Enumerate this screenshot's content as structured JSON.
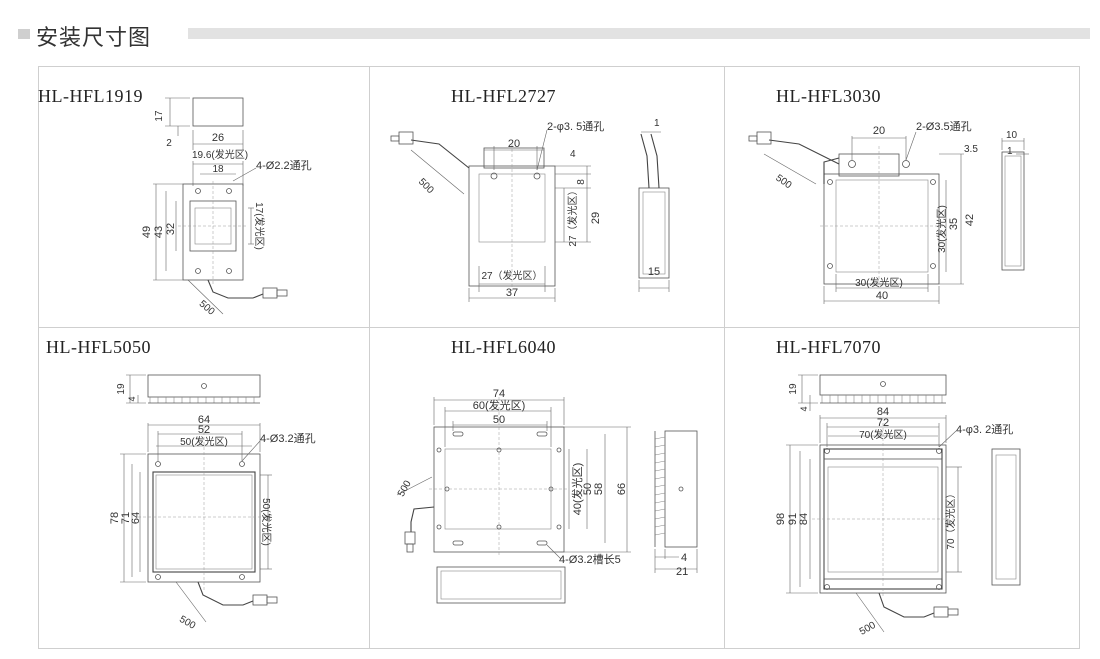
{
  "header": {
    "title": "安装尺寸图"
  },
  "panels": [
    {
      "model": "HL-HFL1919",
      "dims": {
        "h17": "17",
        "h2": "2",
        "w26": "26",
        "w196": "19.6(发光区)",
        "w18": "18",
        "holes": "4-Ø2.2通孔",
        "h49": "49",
        "h43": "43",
        "h32": "32",
        "h17e": "17(发光区)",
        "cable": "500"
      }
    },
    {
      "model": "HL-HFL2727",
      "dims": {
        "holes": "2-φ3. 5通孔",
        "t1": "1",
        "w20": "20",
        "h4": "4",
        "h8": "8",
        "h29": "29",
        "h27e": "27（发光区）",
        "w27e": "27（发光区）",
        "w37": "37",
        "d15": "15",
        "cable": "500"
      }
    },
    {
      "model": "HL-HFL3030",
      "dims": {
        "w20": "20",
        "holes": "2-Ø3.5通孔",
        "d10": "10",
        "t1": "1",
        "h35a": "3.5",
        "h30e": "30(发光区)",
        "h35": "35",
        "h42": "42",
        "w30e": "30(发光区)",
        "w40": "40",
        "cable": "500"
      }
    },
    {
      "model": "HL-HFL5050",
      "dims": {
        "h19": "19",
        "h4": "4",
        "w64": "64",
        "w52": "52",
        "w50e": "50(发光区)",
        "holes": "4-Ø3.2通孔",
        "h78": "78",
        "h71": "71",
        "h64": "64",
        "h50e": "50(发光区)",
        "cable": "500"
      }
    },
    {
      "model": "HL-HFL6040",
      "dims": {
        "w74": "74",
        "w60e": "60(发光区)",
        "w50": "50",
        "h40e": "40(发光区)",
        "h58": "58",
        "h50": "50",
        "h66": "66",
        "slots": "4-Ø3.2槽长5",
        "d4": "4",
        "d21": "21",
        "cable": "500"
      }
    },
    {
      "model": "HL-HFL7070",
      "dims": {
        "h19": "19",
        "h4": "4",
        "w84": "84",
        "w72": "72",
        "w70e": "70(发光区)",
        "holes": "4-φ3. 2通孔",
        "h98": "98",
        "h91": "91",
        "h84": "84",
        "h70e": "70（发光区）",
        "cable": "500"
      }
    }
  ]
}
